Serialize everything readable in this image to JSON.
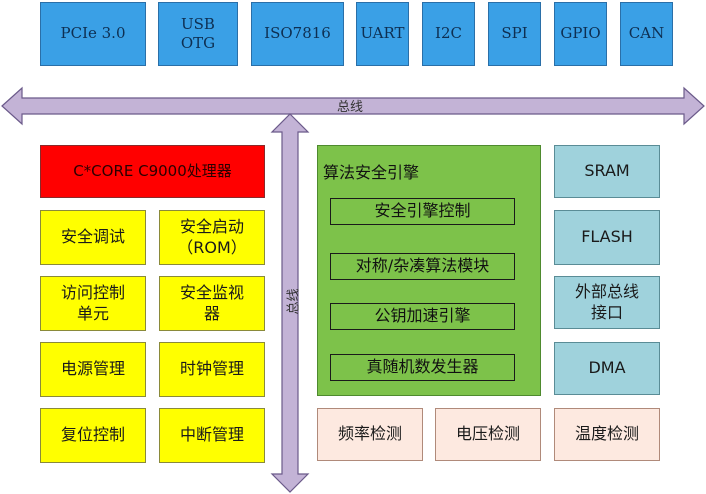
{
  "interfaces": [
    "PCIe 3.0",
    "USB\nOTG",
    "ISO7816",
    "UART",
    "I2C",
    "SPI",
    "GPIO",
    "CAN"
  ],
  "bus_horizontal_label": "总线",
  "bus_vertical_label": "总线",
  "processor": "C*CORE C9000处理器",
  "left_blocks": [
    "安全调试",
    "安全启动\n（ROM）",
    "访问控制\n单元",
    "安全监视\n器",
    "电源管理",
    "时钟管理",
    "复位控制",
    "中断管理"
  ],
  "crypto": {
    "title": "算法安全引擎",
    "items": [
      "安全引擎控制",
      "对称/杂凑算法模块",
      "公钥加速引擎",
      "真随机数发生器"
    ]
  },
  "memory_blocks": [
    "SRAM",
    "FLASH",
    "外部总线\n接口",
    "DMA"
  ],
  "detectors": [
    "频率检测",
    "电压检测",
    "温度检测"
  ],
  "colors": {
    "interface": "#3aa0e6",
    "processor": "#ff0000",
    "control": "#ffff00",
    "crypto": "#7dc24a",
    "memory": "#9fd2dc",
    "detector": "#fde9e0",
    "bus": "#c3b3d6"
  }
}
